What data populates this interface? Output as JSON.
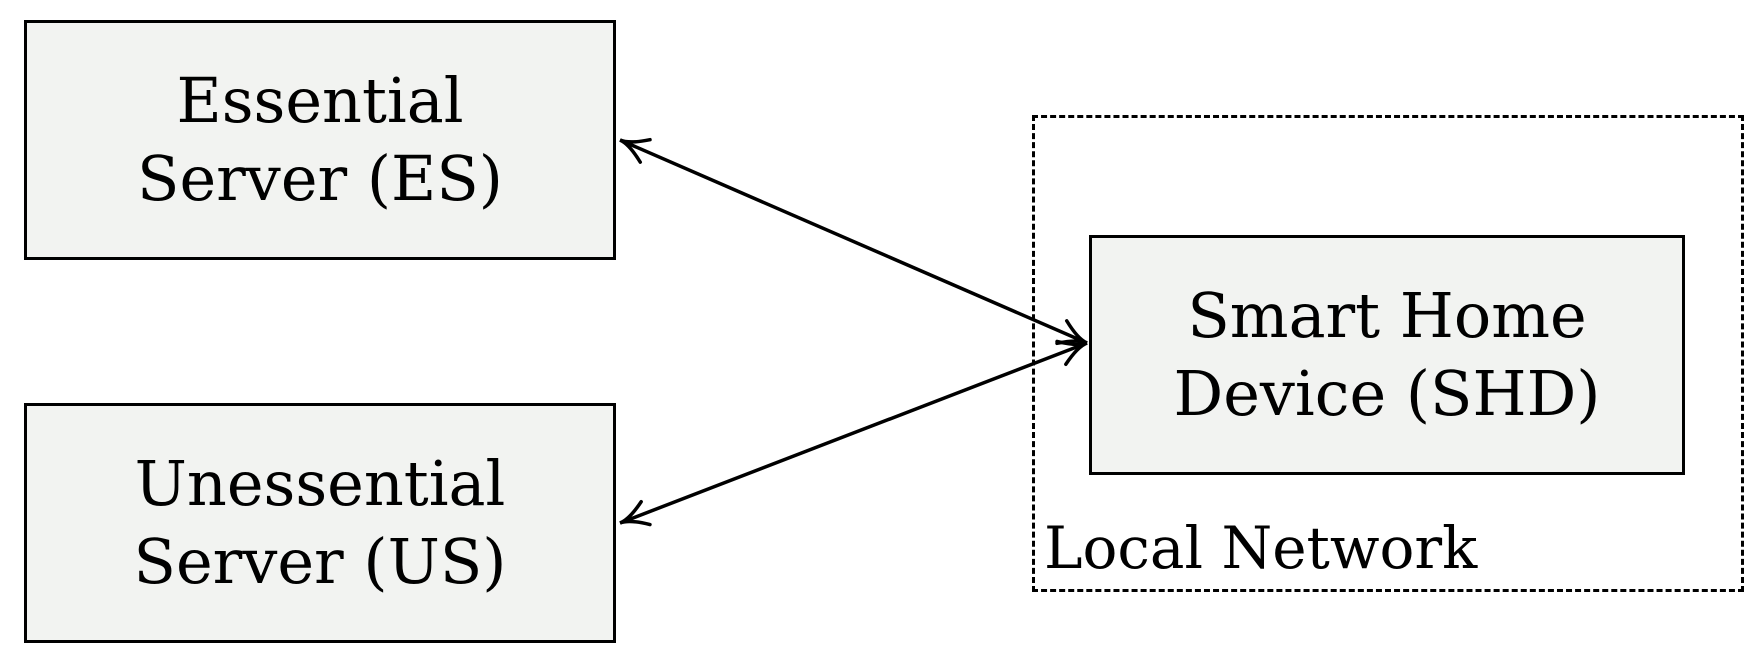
{
  "nodes": {
    "es": {
      "line1": "Essential",
      "line2": "Server (ES)"
    },
    "us": {
      "line1": "Unessential",
      "line2": "Server (US)"
    },
    "shd": {
      "line1": "Smart Home",
      "line2": "Device (SHD)"
    }
  },
  "group": {
    "label": "Local Network"
  },
  "edges": [
    {
      "from": "es",
      "to": "shd",
      "direction": "both"
    },
    {
      "from": "us",
      "to": "shd",
      "direction": "both"
    }
  ],
  "colors": {
    "node_fill": "#f2f3f1",
    "stroke": "#000000"
  }
}
